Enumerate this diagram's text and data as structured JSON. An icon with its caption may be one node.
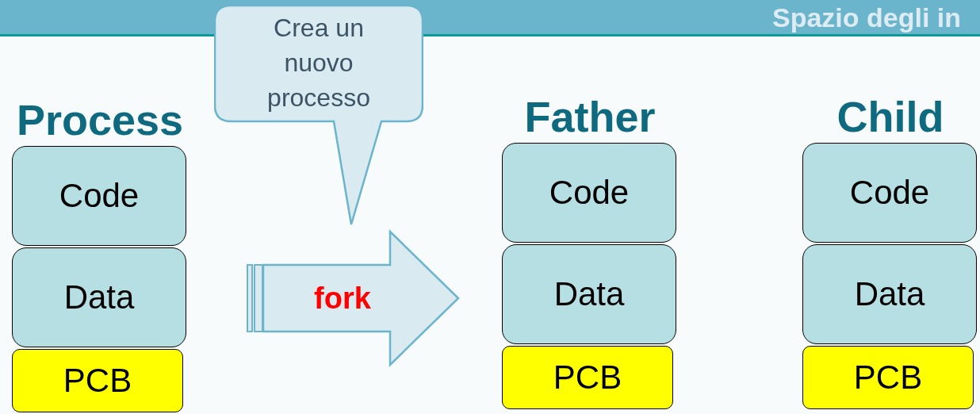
{
  "diagram": {
    "title": "Spazio degli in",
    "nodes": [
      {
        "text": [
          "Process"
        ]
      },
      {
        "text": [
          "Code"
        ],
        "in": 0
      },
      {
        "text": [
          "Data"
        ],
        "in": 0
      },
      {
        "text": [
          "PCB"
        ],
        "in": 0
      },
      {
        "text": [
          "Crea un nuovo processo"
        ]
      },
      {
        "text": [
          "Father"
        ]
      },
      {
        "text": [
          "Code"
        ],
        "in": 5
      },
      {
        "text": [
          "Data"
        ],
        "in": 5
      },
      {
        "text": [
          "PCB"
        ],
        "in": 5
      },
      {
        "text": [
          "Child"
        ]
      },
      {
        "text": [
          "Code"
        ],
        "in": 9
      },
      {
        "text": [
          "Data"
        ],
        "in": 9
      },
      {
        "text": [
          "PCB"
        ],
        "in": 9
      }
    ],
    "edges": [
      {
        "from": 0,
        "to": 5,
        "arrow": "to",
        "label": "fork"
      }
    ]
  }
}
